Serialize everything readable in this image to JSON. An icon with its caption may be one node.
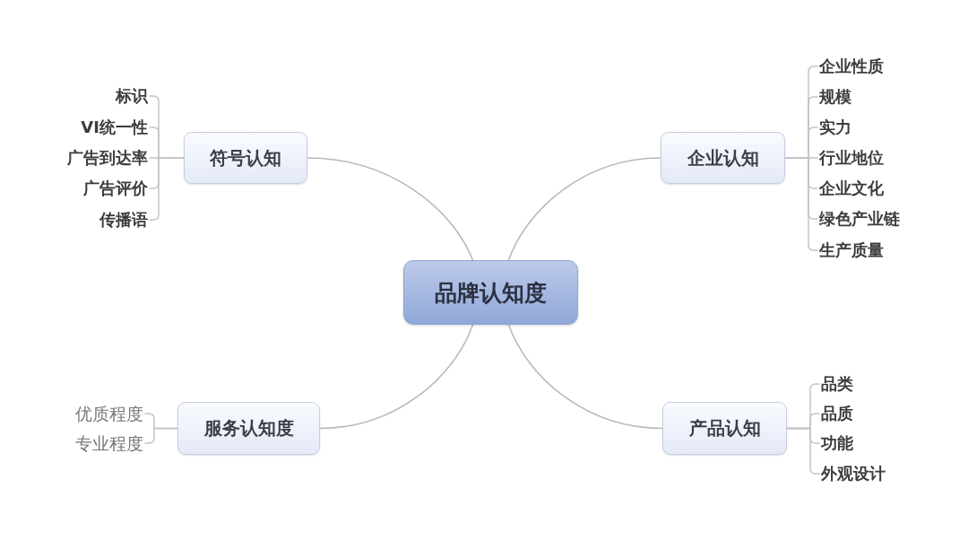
{
  "diagram": {
    "nodes": [
      {
        "text": [
          "品牌认知度"
        ]
      },
      {
        "text": [
          "符号认知"
        ]
      },
      {
        "text": [
          "标识"
        ]
      },
      {
        "text": [
          "VI统一性"
        ]
      },
      {
        "text": [
          "广告到达率"
        ]
      },
      {
        "text": [
          "广告评价"
        ]
      },
      {
        "text": [
          "传播语"
        ]
      },
      {
        "text": [
          "企业认知"
        ]
      },
      {
        "text": [
          "企业性质"
        ]
      },
      {
        "text": [
          "规模"
        ]
      },
      {
        "text": [
          "实力"
        ]
      },
      {
        "text": [
          "行业地位"
        ]
      },
      {
        "text": [
          "企业文化"
        ]
      },
      {
        "text": [
          "绿色产业链"
        ]
      },
      {
        "text": [
          "生产质量"
        ]
      },
      {
        "text": [
          "服务认知度"
        ]
      },
      {
        "text": [
          "优质程度"
        ]
      },
      {
        "text": [
          "专业程度"
        ]
      },
      {
        "text": [
          "产品认知"
        ]
      },
      {
        "text": [
          "品类"
        ]
      },
      {
        "text": [
          "品质"
        ]
      },
      {
        "text": [
          "功能"
        ]
      },
      {
        "text": [
          "外观设计"
        ]
      }
    ],
    "edges": [
      {
        "from": 0,
        "to": 1,
        "arrow": "none"
      },
      {
        "from": 1,
        "to": 2,
        "arrow": "none"
      },
      {
        "from": 1,
        "to": 3,
        "arrow": "none"
      },
      {
        "from": 1,
        "to": 4,
        "arrow": "none"
      },
      {
        "from": 1,
        "to": 5,
        "arrow": "none"
      },
      {
        "from": 1,
        "to": 6,
        "arrow": "none"
      },
      {
        "from": 0,
        "to": 7,
        "arrow": "none"
      },
      {
        "from": 7,
        "to": 8,
        "arrow": "none"
      },
      {
        "from": 7,
        "to": 9,
        "arrow": "none"
      },
      {
        "from": 7,
        "to": 10,
        "arrow": "none"
      },
      {
        "from": 7,
        "to": 11,
        "arrow": "none"
      },
      {
        "from": 7,
        "to": 12,
        "arrow": "none"
      },
      {
        "from": 7,
        "to": 13,
        "arrow": "none"
      },
      {
        "from": 7,
        "to": 14,
        "arrow": "none"
      },
      {
        "from": 0,
        "to": 15,
        "arrow": "none"
      },
      {
        "from": 15,
        "to": 16,
        "arrow": "none"
      },
      {
        "from": 15,
        "to": 17,
        "arrow": "none"
      },
      {
        "from": 0,
        "to": 18,
        "arrow": "none"
      },
      {
        "from": 18,
        "to": 19,
        "arrow": "none"
      },
      {
        "from": 18,
        "to": 20,
        "arrow": "none"
      },
      {
        "from": 18,
        "to": 21,
        "arrow": "none"
      },
      {
        "from": 18,
        "to": 22,
        "arrow": "none"
      }
    ]
  }
}
